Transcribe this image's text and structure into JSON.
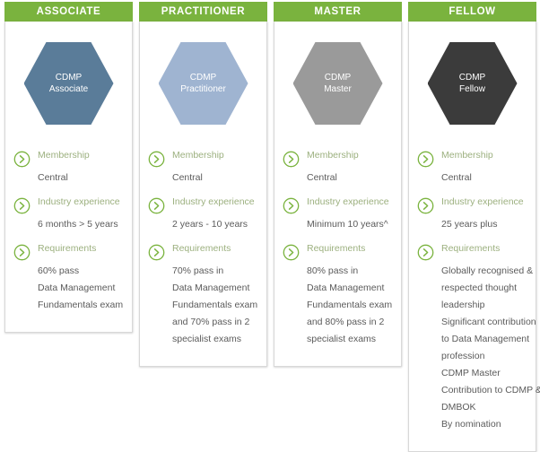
{
  "theme": {
    "header_green": "#7ab33e",
    "label_green": "#9cb07f",
    "icon_green": "#7ab33e",
    "body_text": "#5b5b5b",
    "card_border": "#d8d8d8"
  },
  "row_labels": {
    "membership": "Membership",
    "industry_experience": "Industry experience",
    "requirements": "Requirements"
  },
  "icons": {
    "bullet": "chevron-right-circle-icon"
  },
  "columns": [
    {
      "header": "ASSOCIATE",
      "hex_color": "#5a7c99",
      "hex_line1": "CDMP",
      "hex_line2": "Associate",
      "membership_label": "Membership",
      "membership_values": [
        "Central"
      ],
      "experience_label": "Industry experience",
      "experience_values": [
        "6 months > 5 years"
      ],
      "requirements_label": "Requirements",
      "requirements_values": [
        "60% pass",
        "Data Management",
        "Fundamentals exam"
      ]
    },
    {
      "header": "PRACTITIONER",
      "hex_color": "#9fb4d1",
      "hex_line1": "CDMP",
      "hex_line2": "Practitioner",
      "membership_label": "Membership",
      "membership_values": [
        "Central"
      ],
      "experience_label": "Industry experience",
      "experience_values": [
        "2 years - 10 years"
      ],
      "requirements_label": "Requirements",
      "requirements_values": [
        "70% pass in",
        "Data Management",
        "Fundamentals exam",
        "and 70% pass in 2",
        "specialist exams"
      ]
    },
    {
      "header": "MASTER",
      "hex_color": "#9a9a9a",
      "hex_line1": "CDMP",
      "hex_line2": "Master",
      "membership_label": "Membership",
      "membership_values": [
        "Central"
      ],
      "experience_label": "Industry experience",
      "experience_values": [
        "Minimum 10 years^"
      ],
      "requirements_label": "Requirements",
      "requirements_values": [
        "80% pass in",
        "Data Management",
        "Fundamentals exam",
        "and 80% pass in 2",
        "specialist exams"
      ]
    },
    {
      "header": "FELLOW",
      "hex_color": "#3b3b3b",
      "hex_line1": "CDMP",
      "hex_line2": "Fellow",
      "membership_label": "Membership",
      "membership_values": [
        "Central"
      ],
      "experience_label": "Industry experience",
      "experience_values": [
        "25 years plus"
      ],
      "requirements_label": "Requirements",
      "requirements_values": [
        "Globally recognised &",
        "respected thought",
        "leadership",
        "Significant contribution",
        "to Data Management",
        "profession",
        "CDMP Master",
        "Contribution to CDMP &",
        "DMBOK",
        "By nomination"
      ]
    }
  ]
}
